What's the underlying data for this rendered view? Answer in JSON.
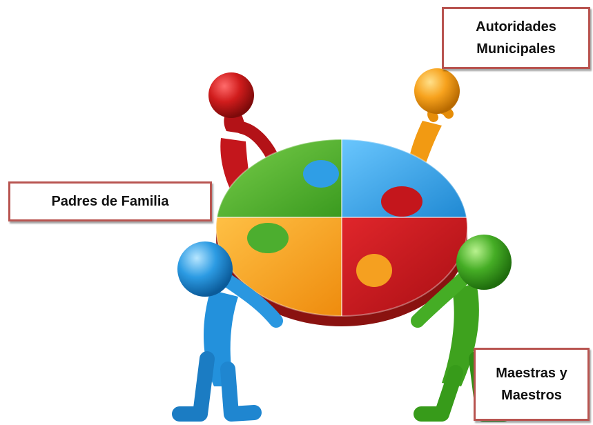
{
  "labels": {
    "autoridades": [
      "Autoridades",
      "Municipales"
    ],
    "padres": [
      "Padres de Familia"
    ],
    "maestros": [
      "Maestras y",
      "Maestros"
    ]
  },
  "colors": {
    "green": "#4cae2f",
    "blue": "#2f9ee6",
    "orange": "#f5a020",
    "red": "#c4161c",
    "border": "#b85450"
  },
  "illustration": {
    "figures": [
      "red-figure",
      "orange-figure",
      "blue-figure",
      "green-figure"
    ],
    "puzzle_pieces": [
      "green-piece",
      "blue-piece",
      "orange-piece",
      "red-piece"
    ]
  }
}
